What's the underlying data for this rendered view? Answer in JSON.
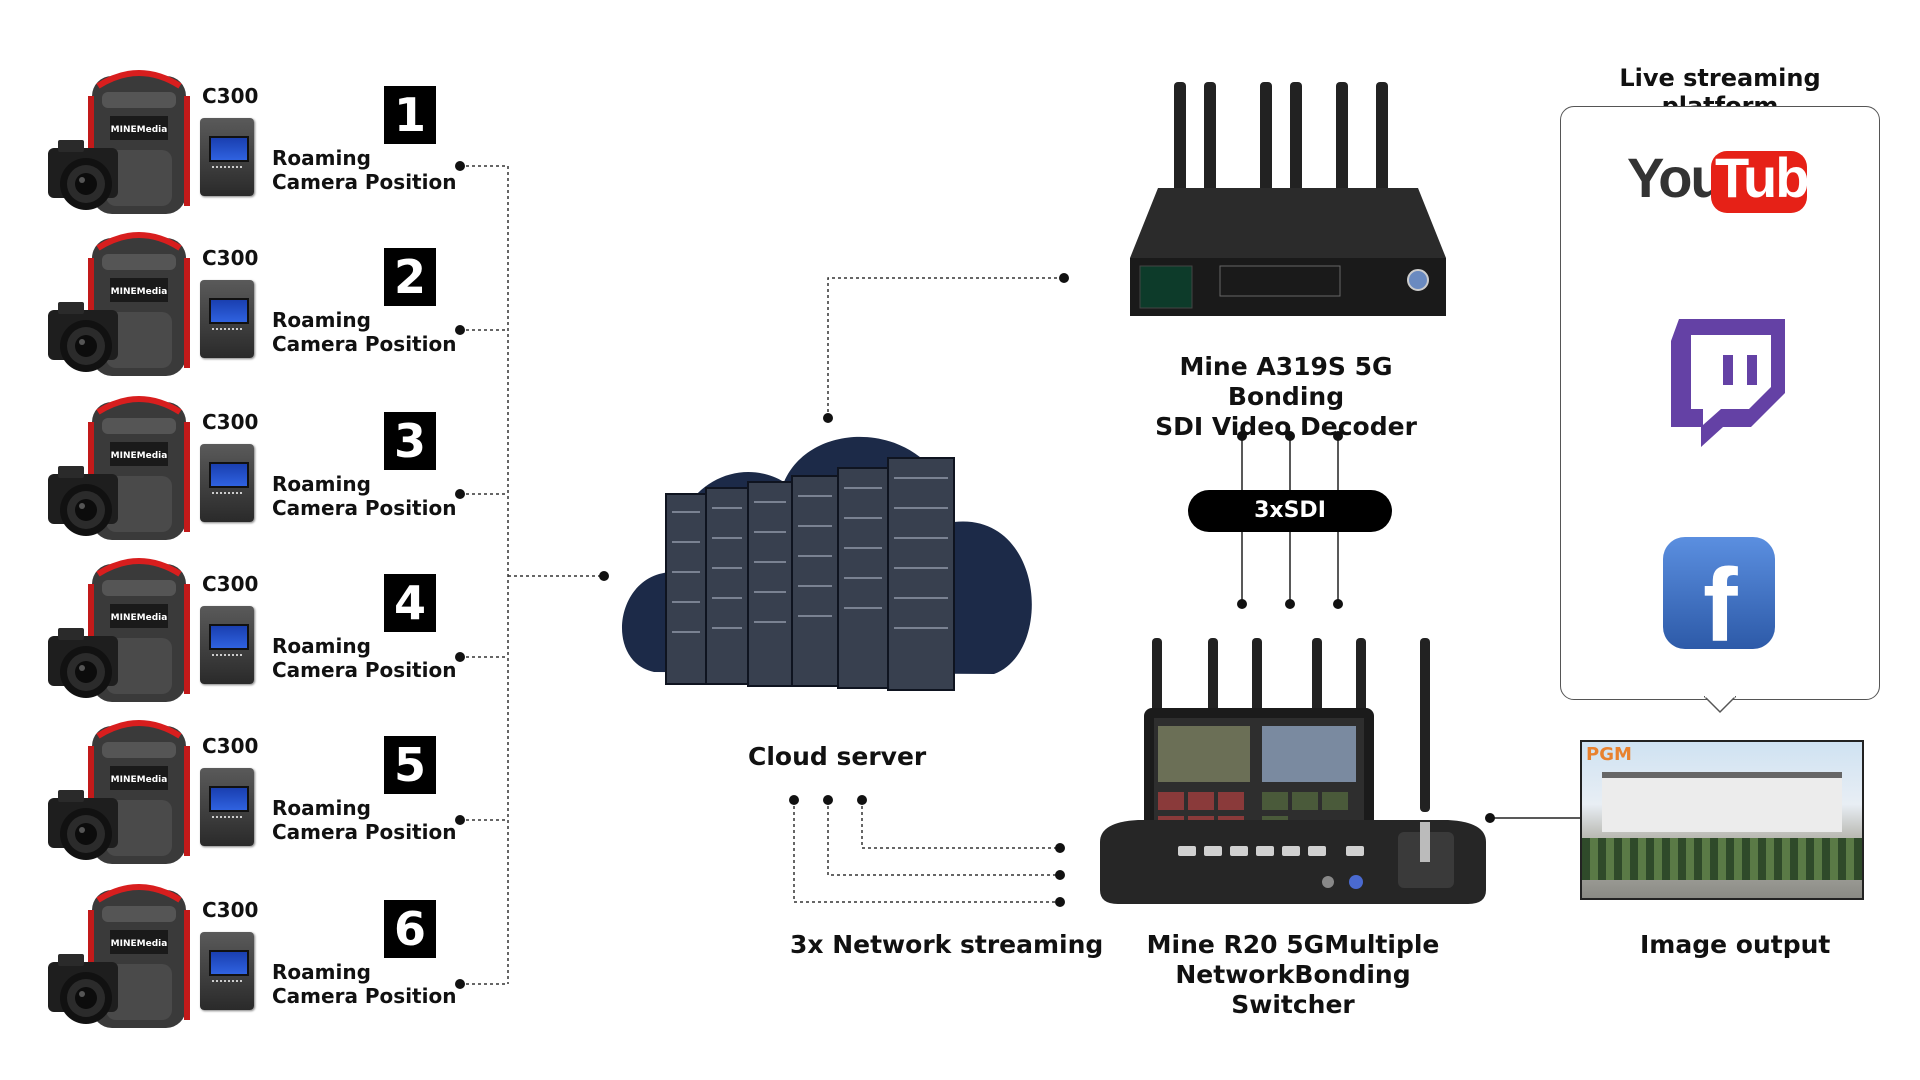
{
  "cameras": [
    {
      "model": "C300",
      "number": "1",
      "label_line1": "Roaming",
      "label_line2": "Camera Position"
    },
    {
      "model": "C300",
      "number": "2",
      "label_line1": "Roaming",
      "label_line2": "Camera Position"
    },
    {
      "model": "C300",
      "number": "3",
      "label_line1": "Roaming",
      "label_line2": "Camera Position"
    },
    {
      "model": "C300",
      "number": "4",
      "label_line1": "Roaming",
      "label_line2": "Camera Position"
    },
    {
      "model": "C300",
      "number": "5",
      "label_line1": "Roaming",
      "label_line2": "Camera Position"
    },
    {
      "model": "C300",
      "number": "6",
      "label_line1": "Roaming",
      "label_line2": "Camera Position"
    }
  ],
  "backpack_brand": "MINEMedia",
  "cloud": {
    "label": "Cloud server"
  },
  "decoder": {
    "line1": "Mine A319S 5G Bonding",
    "line2": "SDI Video Decoder"
  },
  "sdi": {
    "label": "3xSDI"
  },
  "network": {
    "label": "3x Network streaming"
  },
  "switcher": {
    "line1": "Mine R20 5GMultiple",
    "line2": "NetworkBonding Switcher"
  },
  "platform": {
    "title": "Live streaming platform",
    "youtube_you": "You",
    "youtube_tube": "Tube",
    "twitch_icon": "twitch-icon",
    "facebook_glyph": "f"
  },
  "output": {
    "pgm": "PGM",
    "label": "Image output"
  },
  "colors": {
    "accent_red": "#e62117",
    "twitch_purple": "#6441a5",
    "facebook_blue": "#3b5998",
    "cloud_navy": "#1c2a48"
  }
}
